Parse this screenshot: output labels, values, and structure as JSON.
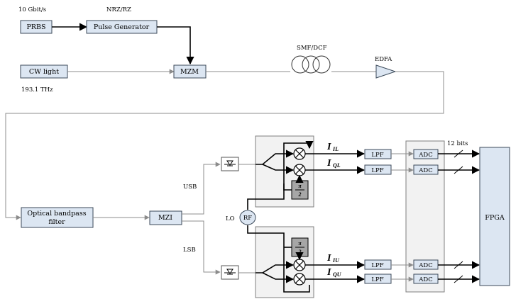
{
  "labels": {
    "bitrate": "10 Gbit/s",
    "nrz_rz": "NRZ/RZ",
    "freq": "193.1 THz",
    "fiber": "SMF/DCF",
    "edfa": "EDFA",
    "usb": "USB",
    "lsb": "LSB",
    "lo": "LO",
    "bits": "12 bits"
  },
  "blocks": {
    "prbs": "PRBS",
    "pulse_gen": "Pulse Generator",
    "cw_light": "CW light",
    "mzm": "MZM",
    "obpf_line1": "Optical bandpass",
    "obpf_line2": "filter",
    "mzi": "MZI",
    "rf": "RF",
    "fpga": "FPGA",
    "lpf": "LPF",
    "adc": "ADC"
  },
  "phase": {
    "num": "π",
    "den": "2"
  },
  "signals": {
    "i": "I",
    "il": "IL",
    "ql": "QL",
    "iu": "IU",
    "qu": "QU"
  }
}
